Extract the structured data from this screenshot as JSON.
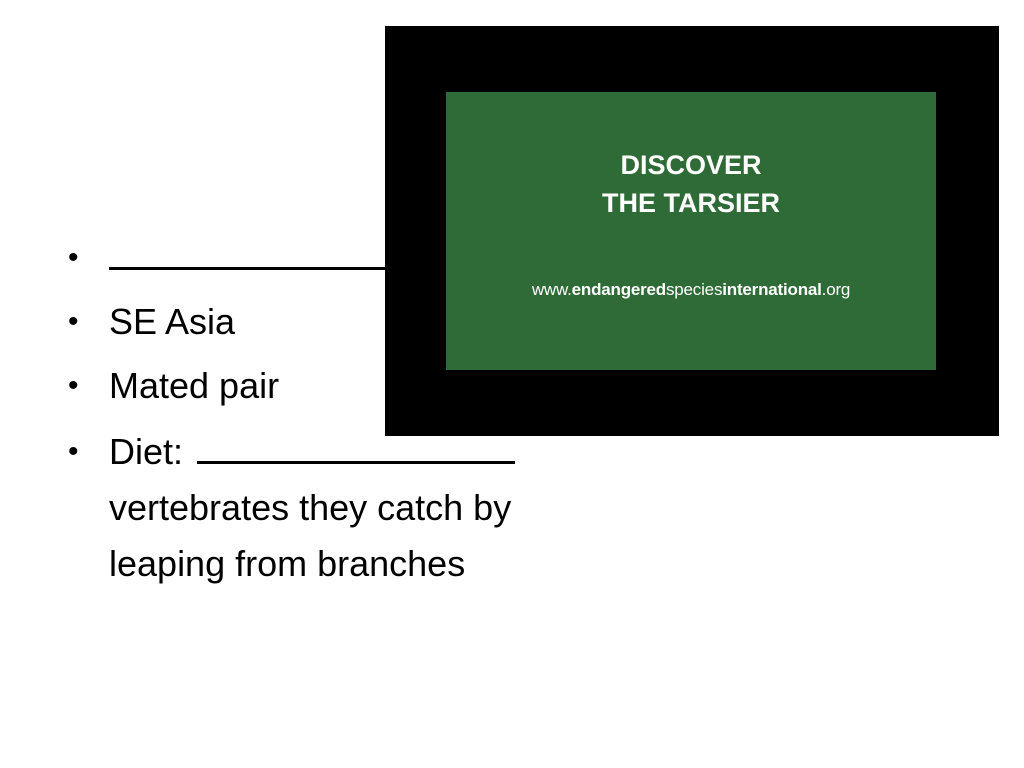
{
  "bullets": {
    "item2": "SE Asia",
    "item3": "Mated pair",
    "item4_prefix": "Diet:",
    "item4_line2": "vertebrates they catch by",
    "item4_line3": "leaping from branches",
    "bullet_char": "•"
  },
  "video": {
    "title_line1": "DISCOVER",
    "title_line2": "THE TARSIER",
    "url_part1": "www.",
    "url_part2": "endangered",
    "url_part3": "species",
    "url_part4": "international",
    "url_part5": ".org",
    "frame_color": "#000000",
    "card_color": "#2e6b36"
  }
}
